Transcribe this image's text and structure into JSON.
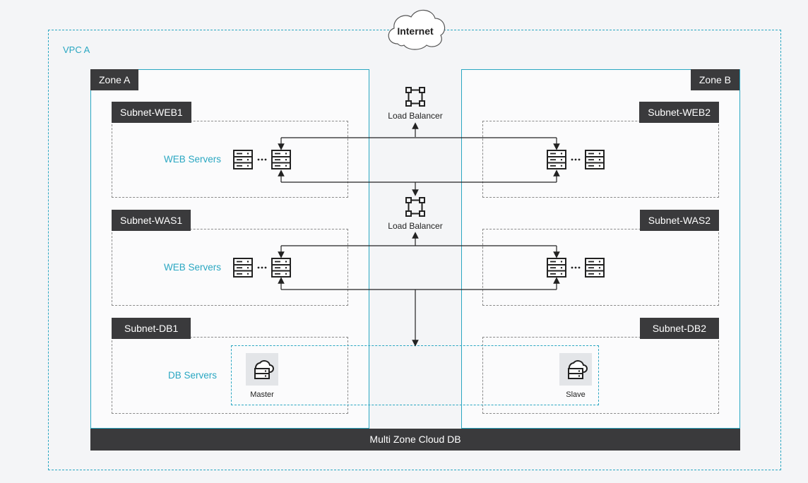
{
  "internet_label": "Internet",
  "vpc_label": "VPC A",
  "zone_a_label": "Zone A",
  "zone_b_label": "Zone B",
  "subnets": {
    "web1": "Subnet-WEB1",
    "web2": "Subnet-WEB2",
    "was1": "Subnet-WAS1",
    "was2": "Subnet-WAS2",
    "db1": "Subnet-DB1",
    "db2": "Subnet-DB2"
  },
  "web_servers_label": "WEB Servers",
  "was_servers_label": "WEB Servers",
  "db_servers_label": "DB Servers",
  "load_balancer_1": "Load Balancer",
  "load_balancer_2": "Load Balancer",
  "master_label": "Master",
  "slave_label": "Slave",
  "cloud_db_label": "Multi Zone Cloud DB",
  "colors": {
    "accent": "#2aa7c2",
    "dark": "#3a3a3c"
  }
}
